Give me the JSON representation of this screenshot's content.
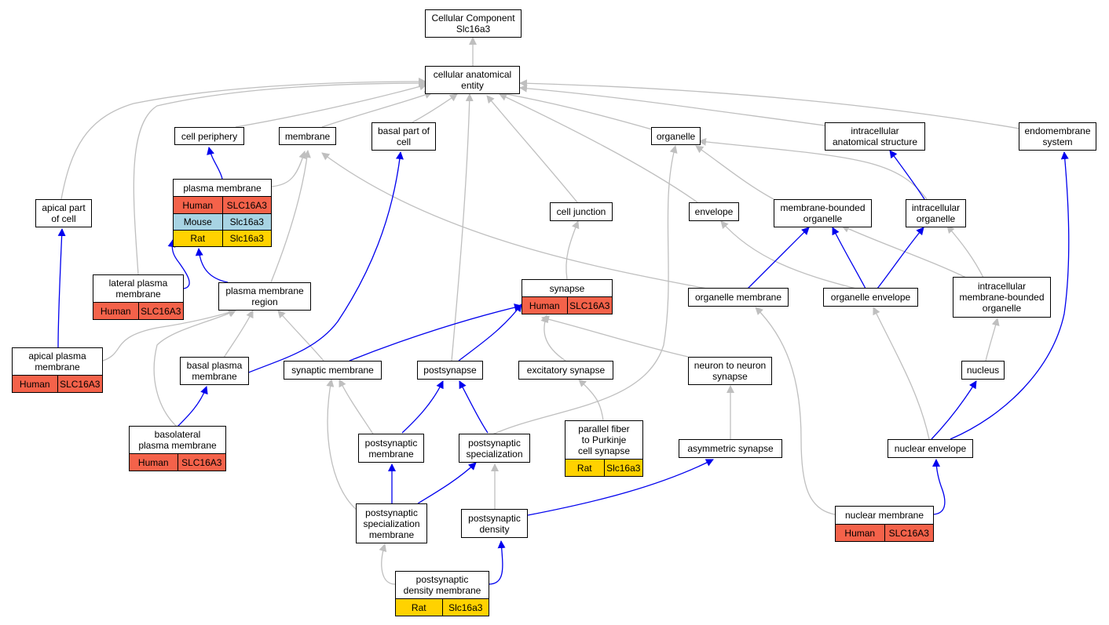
{
  "colors": {
    "human": "#f4624a",
    "mouse": "#a7d3e3",
    "rat": "#ffd200",
    "edge_gray": "#bfbfbf",
    "edge_blue": "#0000ee"
  },
  "nodes": {
    "root": "Cellular Component\nSlc16a3",
    "cae": "cellular anatomical\nentity",
    "cell_periphery": "cell periphery",
    "membrane": "membrane",
    "basal_part": "basal part of\ncell",
    "organelle": "organelle",
    "intracellular_struct": "intracellular\nanatomical structure",
    "endomembrane": "endomembrane\nsystem",
    "apical_part": "apical part\nof cell",
    "cell_junction": "cell junction",
    "envelope": "envelope",
    "mb_organelle": "membrane-bounded\norganelle",
    "intracellular_organelle": "intracellular\norganelle",
    "pm_region": "plasma membrane\nregion",
    "organelle_membrane": "organelle membrane",
    "organelle_envelope": "organelle envelope",
    "imb_organelle": "intracellular\nmembrane-bounded\norganelle",
    "basal_pm": "basal plasma\nmembrane",
    "synaptic_membrane": "synaptic membrane",
    "postsynapse": "postsynapse",
    "excitatory_synapse": "excitatory synapse",
    "n2n_synapse": "neuron to neuron\nsynapse",
    "nucleus": "nucleus",
    "ps_membrane": "postsynaptic\nmembrane",
    "ps_specialization": "postsynaptic\nspecialization",
    "asym_synapse": "asymmetric synapse",
    "nuclear_envelope": "nuclear envelope",
    "pss_membrane": "postsynaptic\nspecialization\nmembrane",
    "ps_density": "postsynaptic\ndensity"
  },
  "cards": {
    "plasma_membrane": {
      "title": "plasma membrane",
      "rows": [
        [
          "Human",
          "SLC16A3"
        ],
        [
          "Mouse",
          "Slc16a3"
        ],
        [
          "Rat",
          "Slc16a3"
        ]
      ]
    },
    "lateral_pm": {
      "title": "lateral plasma\nmembrane",
      "rows": [
        [
          "Human",
          "SLC16A3"
        ]
      ]
    },
    "apical_pm": {
      "title": "apical plasma\nmembrane",
      "rows": [
        [
          "Human",
          "SLC16A3"
        ]
      ]
    },
    "synapse": {
      "title": "synapse",
      "rows": [
        [
          "Human",
          "SLC16A3"
        ]
      ]
    },
    "basolateral_pm": {
      "title": "basolateral\nplasma membrane",
      "rows": [
        [
          "Human",
          "SLC16A3"
        ]
      ]
    },
    "parallel_fiber": {
      "title": "parallel fiber\nto Purkinje\ncell synapse",
      "rows": [
        [
          "Rat",
          "Slc16a3"
        ]
      ]
    },
    "nuclear_membrane": {
      "title": "nuclear membrane",
      "rows": [
        [
          "Human",
          "SLC16A3"
        ]
      ]
    },
    "psd_membrane": {
      "title": "postsynaptic\ndensity membrane",
      "rows": [
        [
          "Rat",
          "Slc16a3"
        ]
      ]
    }
  }
}
